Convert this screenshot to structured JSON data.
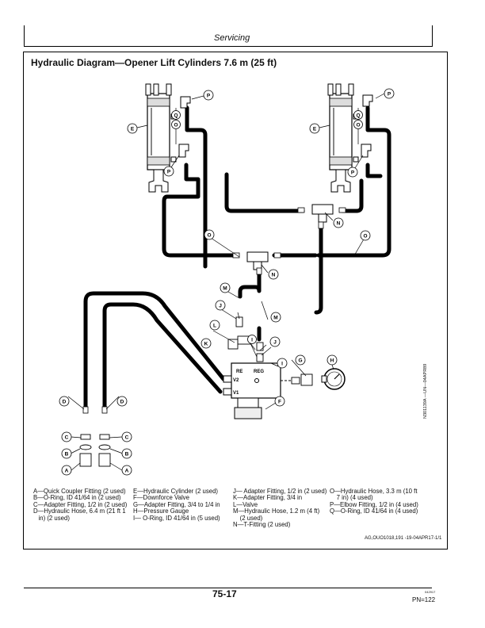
{
  "header": {
    "section": "Servicing"
  },
  "title": "Hydraulic Diagram—Opener Lift Cylinders 7.6 m (25 ft)",
  "callouts": {
    "A": "A",
    "B": "B",
    "C": "C",
    "D": "D",
    "E": "E",
    "F": "F",
    "G": "G",
    "H": "H",
    "I": "I",
    "J": "J",
    "K": "K",
    "L": "L",
    "M": "M",
    "N": "N",
    "O": "O",
    "P": "P",
    "Q": "Q"
  },
  "valve_ports": {
    "re": "RE",
    "reg": "REG",
    "v2": "V2",
    "v1": "V1"
  },
  "legend": {
    "col1": [
      "A—Quick Coupler Fitting (2 used)",
      "B—O-Ring, ID 41/64 in (2 used)",
      "C—Adapter Fitting, 1/2 in (2 used)",
      "D—Hydraulic Hose, 6.4 m (21 ft 1",
      "   in) (2 used)"
    ],
    "col2": [
      "E—Hydraulic Cylinder (2 used)",
      "F—Downforce Valve",
      "G—Adapter Fitting, 3/4 to 1/4 in",
      "H—Pressure Gauge",
      "I— O-Ring, ID 41/64 in (5 used)"
    ],
    "col3": [
      "J— Adapter Fitting, 1/2 in (2 used)",
      "K—Adapter Fitting, 3/4 in",
      "L—Valve",
      "M—Hydraulic Hose, 1.2 m (4 ft)",
      "    (2 used)",
      "N—T-Fitting (2 used)"
    ],
    "col4": [
      "O—Hydraulic Hose, 3.3 m (10 ft",
      "    7 in) (4 used)",
      "P—Elbow Fitting, 1/2 in (4 used)",
      "Q—O-Ring, ID 41/64 in (4 used)"
    ]
  },
  "codes": {
    "figure_ref": "AG,OUO1018,191 -19-04APR17-1/1",
    "side_ref": "N301139A —UN—04APR89",
    "small_ref": "042917"
  },
  "footer": {
    "page": "75-17",
    "pn": "PN=122"
  }
}
